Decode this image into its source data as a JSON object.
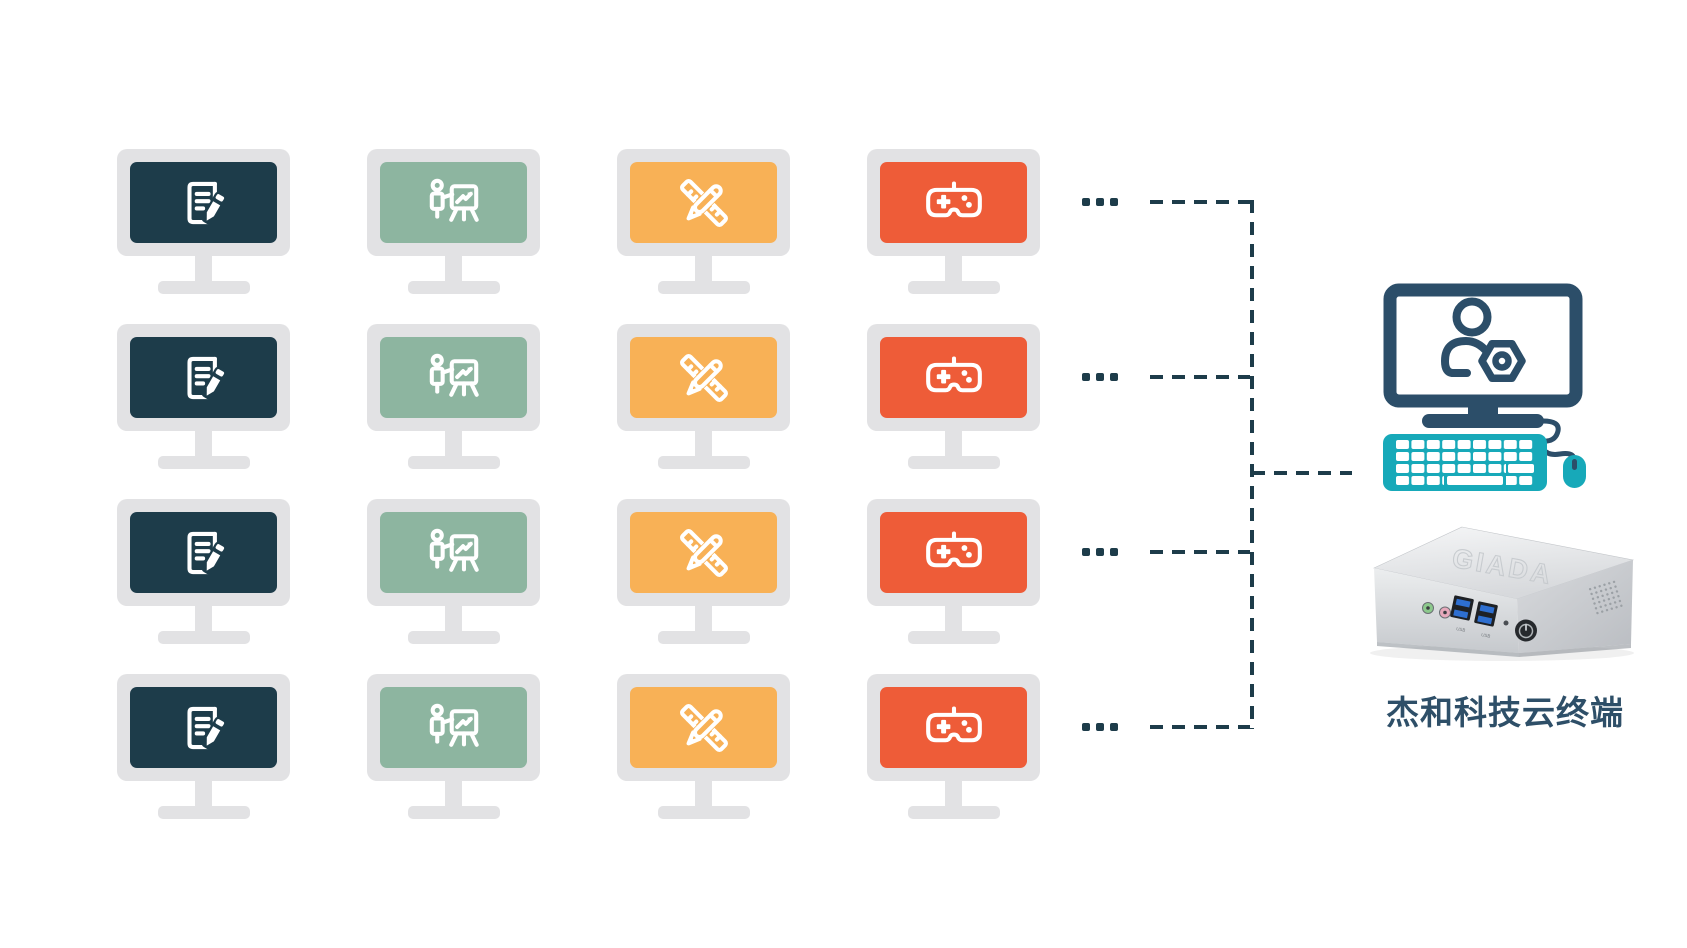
{
  "diagram": {
    "type": "cloud-terminal-architecture",
    "description_visible_text_only": true
  },
  "colors": {
    "dark_teal": "#1D3C4A",
    "sage_green": "#8DB5A0",
    "amber": "#F8B156",
    "vermilion": "#EE5C38",
    "monitor_gray": "#E2E2E4",
    "navy": "#2C4E69",
    "teal": "#17A9B9",
    "connector": "#1D3C4A",
    "device_silver": "#D9DBDE",
    "label_navy": "#2E4F68"
  },
  "terminal_grid": {
    "rows": 4,
    "row_ellipsis": "...",
    "columns": [
      {
        "icon": "document-edit-icon",
        "screen_color_key": "dark_teal"
      },
      {
        "icon": "presentation-chart-icon",
        "screen_color_key": "sage_green"
      },
      {
        "icon": "ruler-pencil-icon",
        "screen_color_key": "amber"
      },
      {
        "icon": "gamepad-icon",
        "screen_color_key": "vermilion"
      }
    ]
  },
  "server": {
    "admin_label": "杰和科技云终端",
    "device_logo": "GIADA",
    "usb_label": "USB"
  }
}
